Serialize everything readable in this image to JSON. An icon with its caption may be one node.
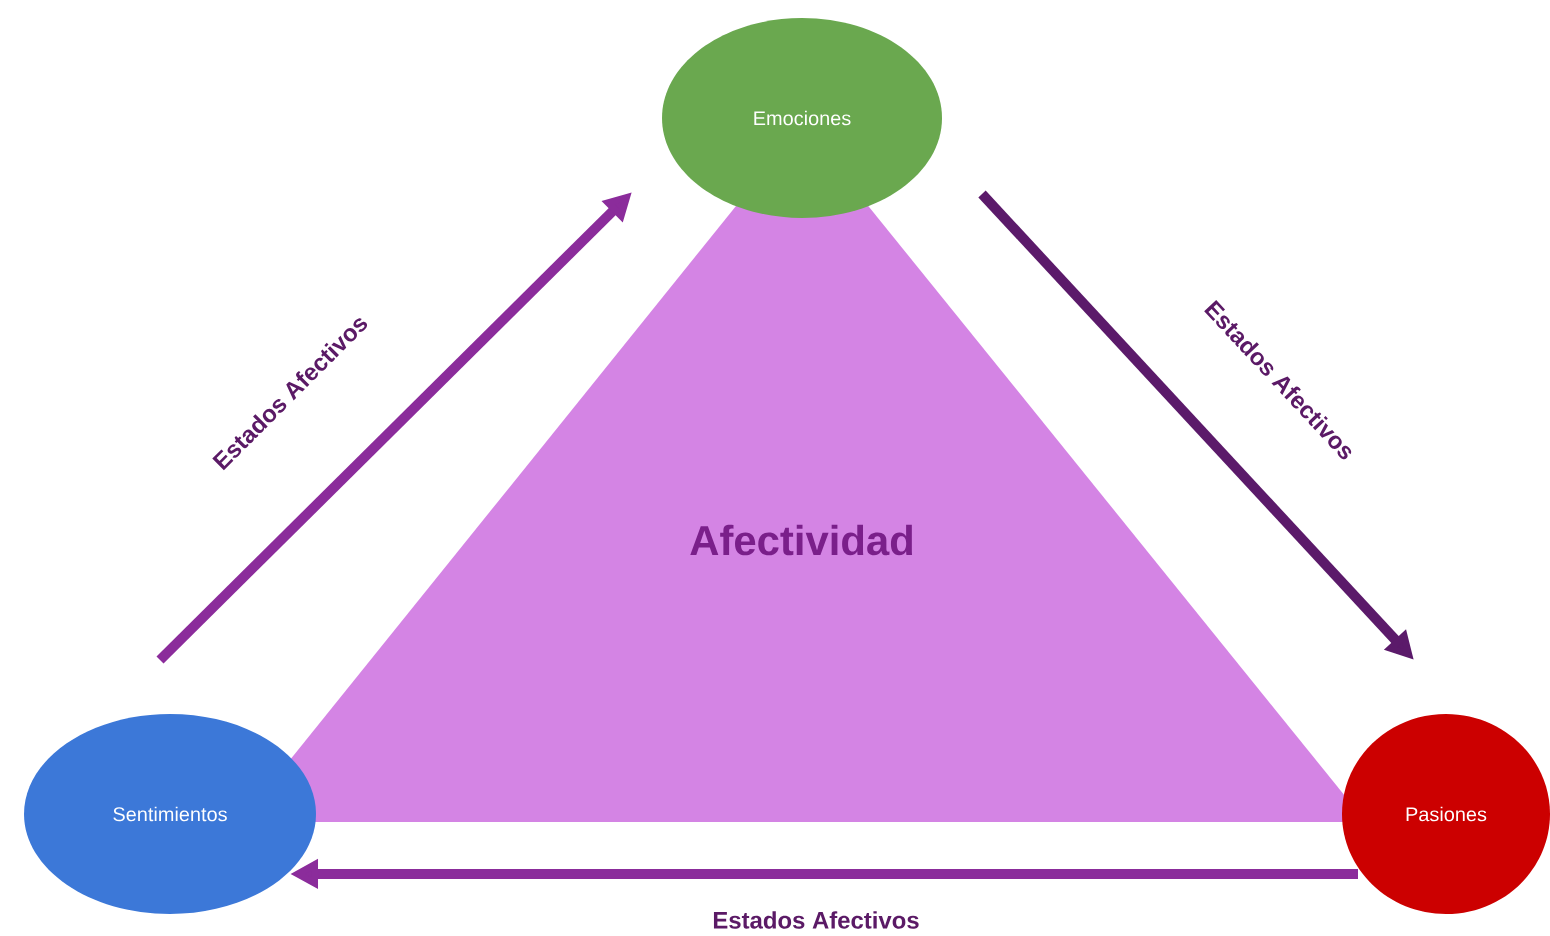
{
  "diagram": {
    "nodes": [
      {
        "text": [
          "Emociones"
        ]
      },
      {
        "text": [
          "Afectividad"
        ]
      },
      {
        "text": [
          "Sentimientos"
        ]
      },
      {
        "text": [
          "Pasiones"
        ]
      }
    ],
    "edges": [
      {
        "from": 2,
        "to": 0,
        "arrow": "to",
        "label": "Estados Afectivos"
      },
      {
        "from": 0,
        "to": 3,
        "arrow": "to",
        "label": "Estados Afectivos",
        "color": "#5b1a6a"
      },
      {
        "from": 3,
        "to": 2,
        "arrow": "to",
        "label": "Estados Afectivos"
      }
    ]
  }
}
